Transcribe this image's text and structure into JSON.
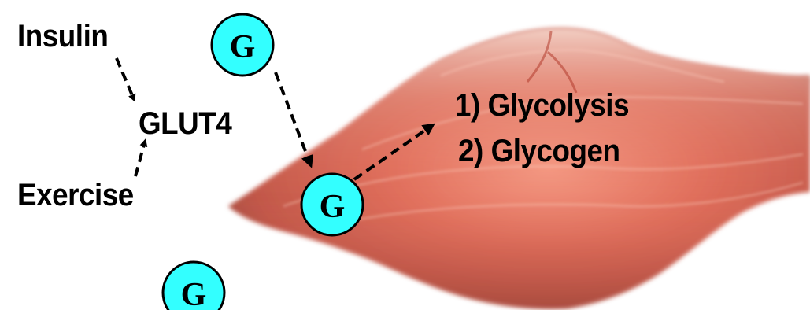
{
  "labels": {
    "insulin": "Insulin",
    "glut4": "GLUT4",
    "exercise": "Exercise",
    "glycolysis": "1) Glycolysis",
    "glycogen": "2) Glycogen"
  },
  "glucose": {
    "symbol": "G",
    "fill": "#33ffff"
  },
  "colors": {
    "muscle": "#c85a48",
    "muscle_highlight": "#f28a74",
    "arrow": "#000000"
  }
}
